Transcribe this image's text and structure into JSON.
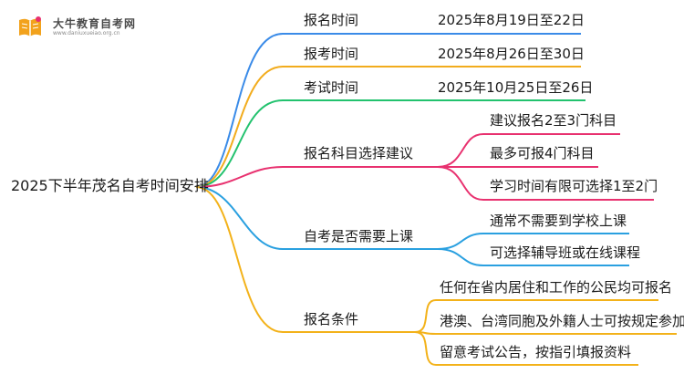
{
  "logo": {
    "title": "大牛教育自考网",
    "subtitle": "www.daniuxueiao.org.cn"
  },
  "root": "2025下半年茂名自考时间安排",
  "colors": {
    "blue": "#3a8be8",
    "orange": "#f2ac1d",
    "green": "#22c26e",
    "pink": "#e8316f",
    "teal": "#2aa0e0",
    "gold": "#f3b21a"
  },
  "branches": [
    {
      "label": "报名时间",
      "children": [
        "2025年8月19日至22日"
      ]
    },
    {
      "label": "报考时间",
      "children": [
        "2025年8月26日至30日"
      ]
    },
    {
      "label": "考试时间",
      "children": [
        "2025年10月25日至26日"
      ]
    },
    {
      "label": "报名科目选择建议",
      "children": [
        "建议报名2至3门科目",
        "最多可报4门科目",
        "学习时间有限可选择1至2门"
      ]
    },
    {
      "label": "自考是否需要上课",
      "children": [
        "通常不需要到学校上课",
        "可选择辅导班或在线课程"
      ]
    },
    {
      "label": "报名条件",
      "children": [
        "任何在省内居住和工作的公民均可报名",
        "港澳、台湾同胞及外籍人士可按规定参加",
        "留意考试公告，按指引填报资料"
      ]
    }
  ]
}
